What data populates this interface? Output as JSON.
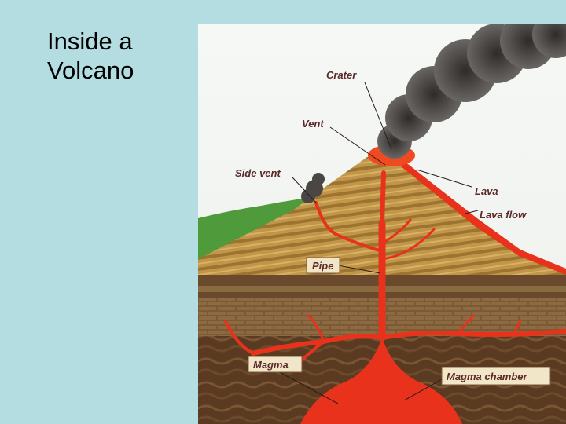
{
  "slide": {
    "title_line1": "Inside a",
    "title_line2": "Volcano"
  },
  "diagram": {
    "labels": {
      "crater": "Crater",
      "vent": "Vent",
      "side_vent": "Side vent",
      "lava": "Lava",
      "lava_flow": "Lava flow",
      "pipe": "Pipe",
      "magma": "Magma",
      "magma_chamber": "Magma chamber"
    },
    "colors": {
      "background": "#b3dde0",
      "sky": "#f4f6f4",
      "magma": "#e8321c",
      "cone": "#b98a3e",
      "rock": "#6a4a2c",
      "smoke": "#3d3a38",
      "grass": "#4f9a3a"
    }
  }
}
